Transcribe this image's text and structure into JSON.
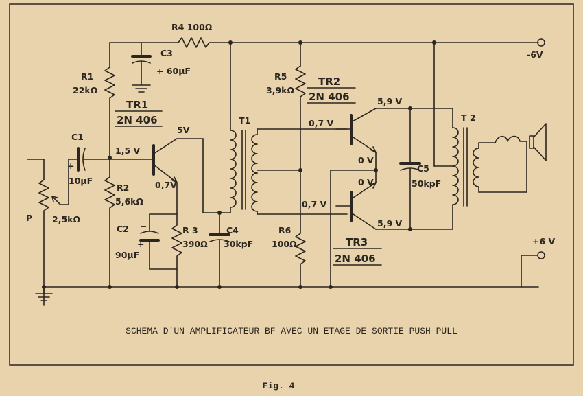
{
  "labels": {
    "r4": "R4 100Ω",
    "c3": "C3",
    "c3_value": "+ 60µF",
    "r1": "R1",
    "r1_value": "22kΩ",
    "tr1": "TR1",
    "tr1_type": "2N 406",
    "c1": "C1",
    "c1_plus": "+",
    "c1_value": "10µF",
    "v_base_tr1": "1,5 V",
    "v_coll_tr1": "5V",
    "v_emit_tr1": "0,7V",
    "r2": "R2",
    "r2_value": "5,6kΩ",
    "p": "P",
    "p_value": "2,5kΩ",
    "c2": "C2",
    "c2_value": "90µF",
    "c2_minus": "−",
    "c2_plus": "+",
    "r3": "R 3",
    "r3_value": "390Ω",
    "c4": "C4",
    "c4_value": "30kpF",
    "t1": "T1",
    "r5": "R5",
    "r5_value": "3,9kΩ",
    "tr2": "TR2",
    "tr2_type": "2N 406",
    "v_coll_tr2": "5,9 V",
    "v_base_tr2": "0,7 V",
    "v_emit_tr2": "0 V",
    "v_emit_tr3": "0 V",
    "v_base_tr3": "0,7 V",
    "v_coll_tr3": "5,9 V",
    "r6": "R6",
    "r6_value": "100Ω",
    "tr3": "TR3",
    "tr3_type": "2N 406",
    "c5": "C5",
    "c5_value": "50kpF",
    "t2": "T 2",
    "supply_neg": "-6V",
    "supply_pos": "+6 V"
  },
  "caption": "SCHEMA D'UN AMPLIFICATEUR BF AVEC UN ETAGE DE SORTIE PUSH-PULL",
  "figure": "Fig. 4"
}
